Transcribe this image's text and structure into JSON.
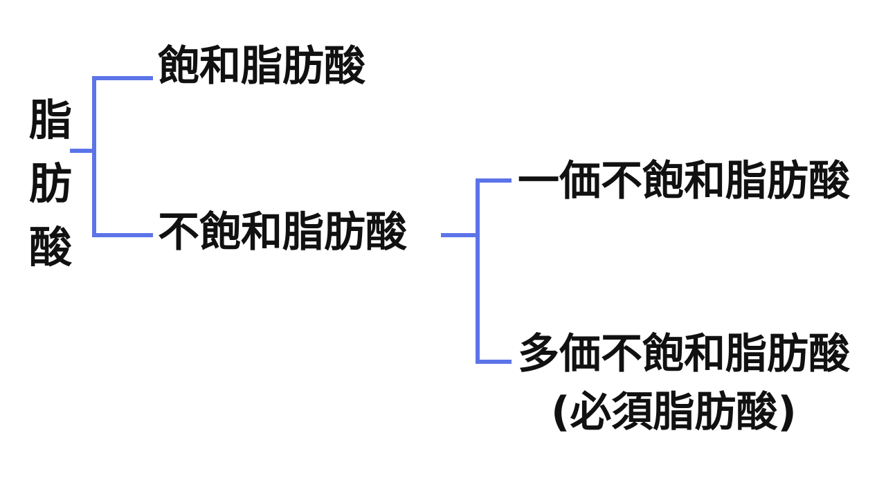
{
  "diagram": {
    "root": {
      "label": "脂肪酸"
    },
    "children": [
      {
        "id": "saturated",
        "label": "飽和脂肪酸"
      },
      {
        "id": "unsaturated",
        "label": "不飽和脂肪酸"
      }
    ],
    "unsaturated_children": [
      {
        "id": "mono",
        "label": "一価不飽和脂肪酸"
      },
      {
        "id": "poly",
        "label": "多価不飽和脂肪酸",
        "note": "(必須脂肪酸)"
      }
    ],
    "colors": {
      "connector": "#5b74e8",
      "text": "#111111",
      "background": "#ffffff"
    }
  }
}
